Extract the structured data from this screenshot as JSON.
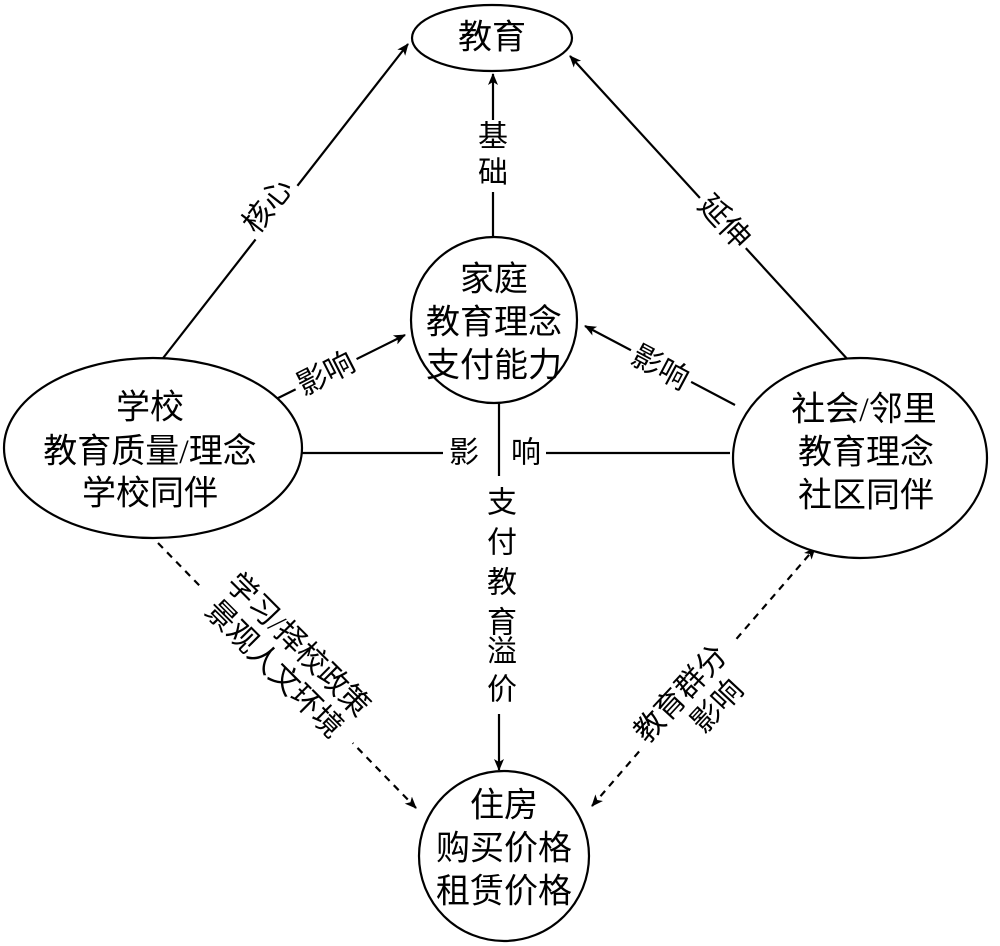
{
  "nodes": {
    "education": {
      "lines": [
        "教育"
      ]
    },
    "family": {
      "lines": [
        "家庭",
        "教育理念",
        "支付能力"
      ]
    },
    "school": {
      "lines": [
        "学校",
        "教育质量/理念",
        "学校同伴"
      ]
    },
    "society": {
      "lines": [
        "社会/邻里",
        "教育理念",
        "社区同伴"
      ]
    },
    "housing": {
      "lines": [
        "住房",
        "购买价格",
        "租赁价格"
      ]
    }
  },
  "edges": {
    "school_to_education": {
      "label": "核心"
    },
    "family_to_education": {
      "label_chars": [
        "基",
        "础"
      ]
    },
    "society_to_education": {
      "label": "延伸"
    },
    "school_to_family": {
      "label": "影响"
    },
    "society_to_family": {
      "label": "影响"
    },
    "society_to_school": {
      "label_chars": [
        "影",
        "响"
      ]
    },
    "family_to_housing": {
      "label_chars": [
        "支",
        "付",
        "教",
        "育",
        "溢",
        "价"
      ]
    },
    "school_to_housing": {
      "label_lines": [
        "学习/择校政策",
        "景观人文环境"
      ]
    },
    "housing_society": {
      "label_lines": [
        "教育群分",
        "影响"
      ]
    }
  }
}
